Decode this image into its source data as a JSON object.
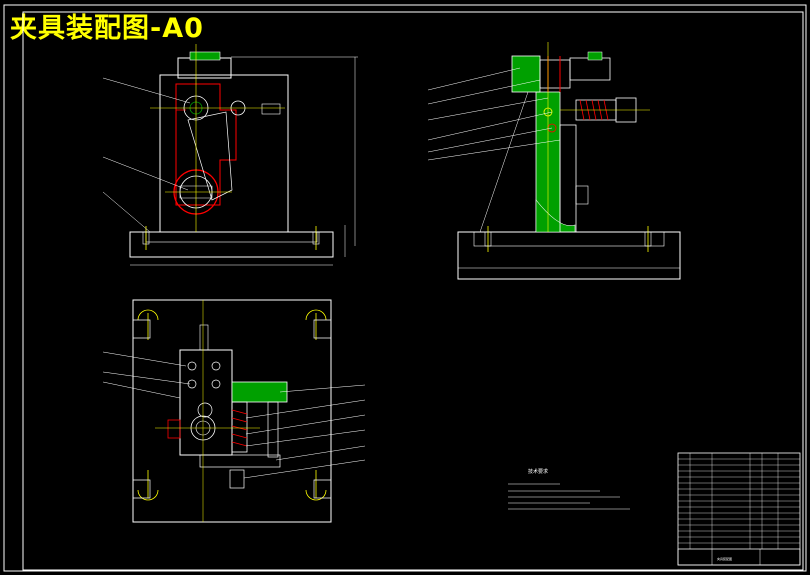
{
  "drawing": {
    "title": "夹具装配图-A0",
    "tech_notes_title": "技术要求",
    "title_block_name": "夹具装配图"
  },
  "colors": {
    "background": "#000000",
    "outline": "#ffffff",
    "centerline": "#ffff00",
    "hidden": "#ff0000",
    "section_green": "#00a000",
    "title": "#ffff00"
  }
}
